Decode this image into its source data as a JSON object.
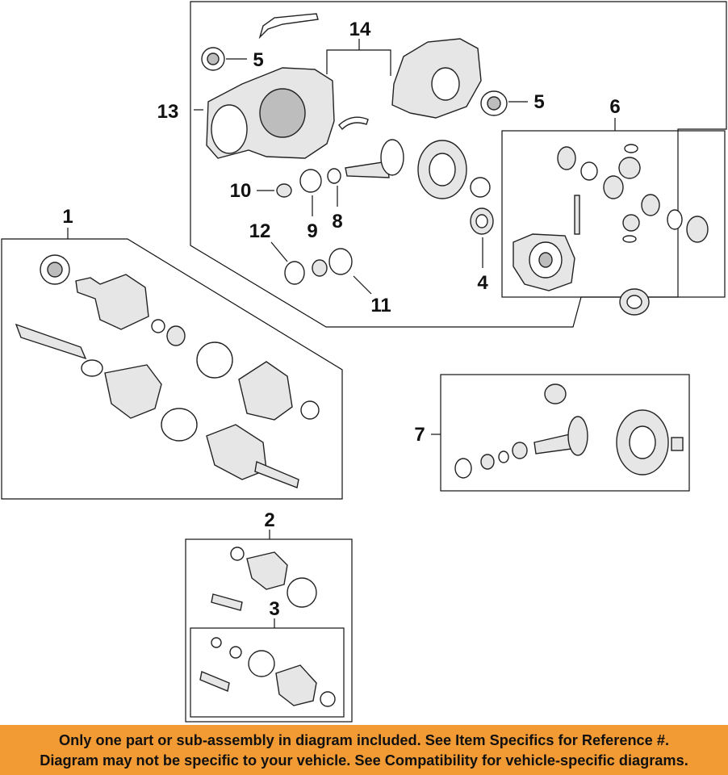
{
  "callouts": {
    "c1": "1",
    "c2": "2",
    "c3": "3",
    "c4": "4",
    "c5a": "5",
    "c5b": "5",
    "c6": "6",
    "c7": "7",
    "c8": "8",
    "c9": "9",
    "c10": "10",
    "c11": "11",
    "c12": "12",
    "c13": "13",
    "c14": "14"
  },
  "footer": {
    "line1": "Only one part or sub-assembly in diagram included. See Item Specifics for Reference #.",
    "line2": "Diagram may not be specific to your vehicle. See Compatibility for vehicle-specific diagrams.",
    "background": "#f29a33",
    "text_color": "#111111"
  },
  "colors": {
    "line": "#111111",
    "part_fill": "#e6e6e6",
    "background": "#ffffff"
  }
}
